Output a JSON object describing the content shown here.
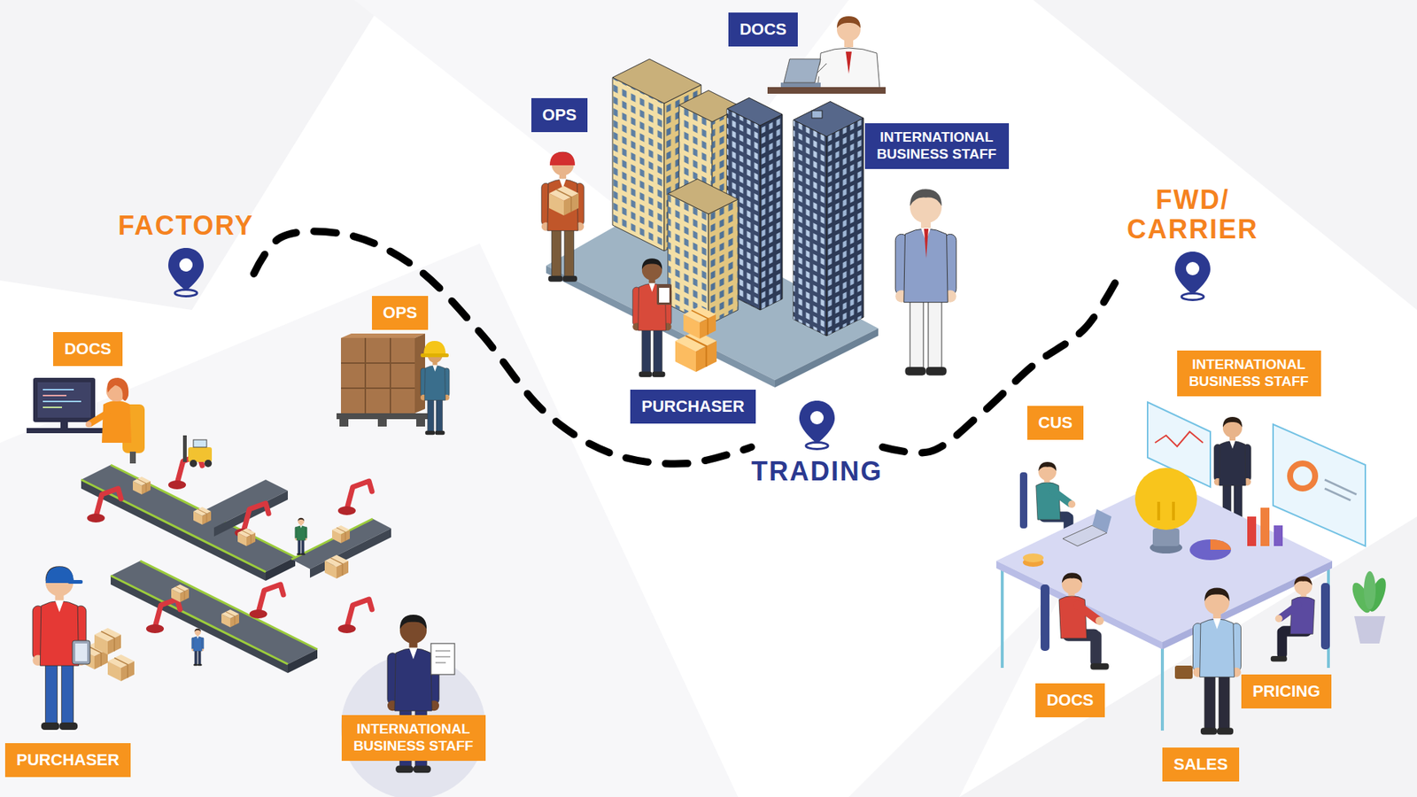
{
  "diagram": {
    "nodes": [
      {
        "text": [
          "FACTORY"
        ]
      },
      {
        "text": [
          "DOCS"
        ]
      },
      {
        "text": [
          "OPS"
        ]
      },
      {
        "text": [
          "PURCHASER"
        ]
      },
      {
        "text": [
          "INTERNATIONAL BUSINESS STAFF"
        ]
      },
      {
        "text": [
          "OPS"
        ]
      },
      {
        "text": [
          "DOCS"
        ]
      },
      {
        "text": [
          "INTERNATIONAL BUSINESS STAFF"
        ]
      },
      {
        "text": [
          "PURCHASER"
        ]
      },
      {
        "text": [
          "TRADING"
        ]
      },
      {
        "text": [
          "FWD/ CARRIER"
        ]
      },
      {
        "text": [
          "INTERNATIONAL BUSINESS STAFF"
        ]
      },
      {
        "text": [
          "CUS"
        ]
      },
      {
        "text": [
          "DOCS"
        ]
      },
      {
        "text": [
          "PRICING"
        ]
      },
      {
        "text": [
          "SALES"
        ]
      }
    ],
    "edges": [
      {
        "from": 0,
        "to": 9,
        "arrow": "none"
      },
      {
        "from": 9,
        "to": 10,
        "arrow": "none"
      }
    ]
  }
}
